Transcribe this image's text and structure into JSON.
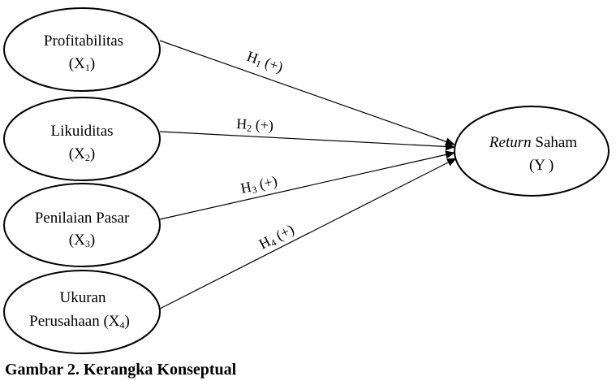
{
  "nodes": {
    "x1": {
      "label": "Profitabilitas",
      "sub_open": "(X",
      "sub_index": "1",
      "sub_close": ")"
    },
    "x2": {
      "label": "Likuiditas",
      "sub_open": "(X",
      "sub_index": "2",
      "sub_close": ")"
    },
    "x3": {
      "label": "Penilaian Pasar",
      "sub_open": "(X",
      "sub_index": "3",
      "sub_close": ")"
    },
    "x4": {
      "label_line1": "Ukuran",
      "label_line2": "Perusahaan (X",
      "sub_index": "4",
      "sub_close": ")"
    },
    "y": {
      "label_italic": "Return",
      "label_rest": " Saham",
      "sub_open": "(Y",
      "sub_close": ")"
    }
  },
  "hypotheses": [
    {
      "prefix": "H",
      "index": "1",
      "sign": " (+)"
    },
    {
      "prefix": "H",
      "index": "2",
      "sign": " (+)"
    },
    {
      "prefix": "H",
      "index": "3",
      "sign": " (+)"
    },
    {
      "prefix": "H",
      "index": "4",
      "sign": " (+)"
    }
  ],
  "caption": "Gambar 2. Kerangka Konseptual"
}
